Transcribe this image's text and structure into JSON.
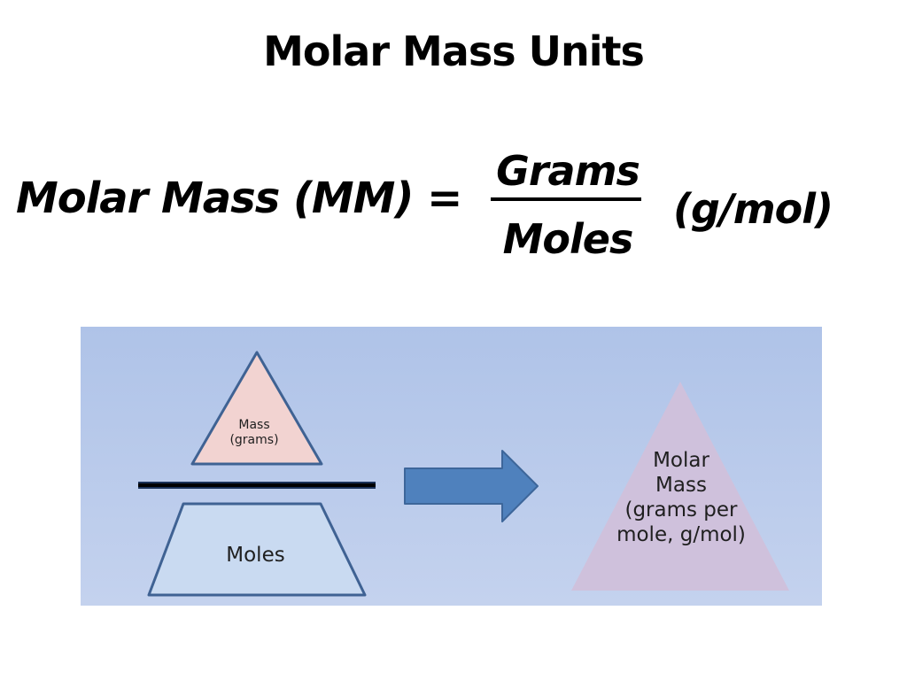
{
  "slide": {
    "title": "Molar Mass Units"
  },
  "formula": {
    "lhs": "Molar Mass (MM) =",
    "numerator": "Grams",
    "denominator": "Moles",
    "unit": "(g/mol)"
  },
  "diagram": {
    "mass_triangle_label": "Mass\n(grams)",
    "moles_trapezoid_label": "Moles",
    "molar_mass_triangle_label": "Molar\nMass\n(grams per\nmole, g/mol)",
    "colors": {
      "panel_top": "#afc3e8",
      "panel_bottom": "#c4d2ee",
      "mass_fill": "#f2d3d1",
      "moles_fill": "#c9daf1",
      "shape_stroke": "#3f6293",
      "arrow_fill": "#4f81bd",
      "arrow_stroke": "#3d669a",
      "molar_fill": "#cfc1dc",
      "divider": "#000000"
    }
  }
}
